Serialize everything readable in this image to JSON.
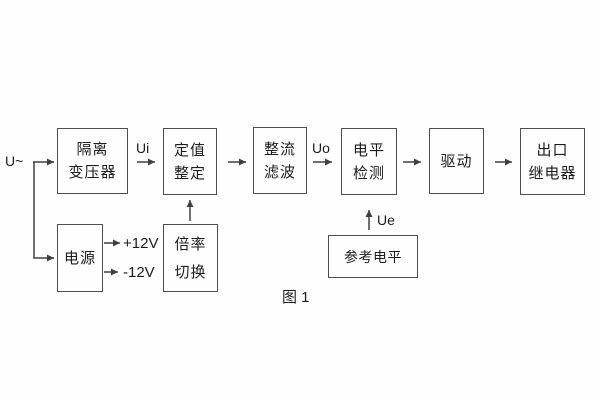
{
  "figure": {
    "caption": "图 1",
    "input_label": "U~",
    "signal_labels": {
      "ui": "Ui",
      "uo": "Uo",
      "ue": "Ue"
    },
    "power_rails": {
      "positive": "+12V",
      "negative": "-12V"
    },
    "blocks": {
      "isolation_transformer": {
        "lines": [
          "隔离",
          "变压器"
        ]
      },
      "setting_adjust": {
        "lines": [
          "定值",
          "整定"
        ]
      },
      "rectifier_filter": {
        "lines": [
          "整流",
          "滤波"
        ]
      },
      "level_detector": {
        "lines": [
          "电平",
          "检测"
        ]
      },
      "driver": {
        "lines": [
          "驱动"
        ]
      },
      "output_relay": {
        "lines": [
          "出口",
          "继电器"
        ]
      },
      "power_supply": {
        "lines": [
          "电源"
        ]
      },
      "ratio_switch": {
        "lines": [
          "倍率",
          "切换"
        ]
      },
      "reference_level": {
        "lines": [
          "参考电平"
        ]
      }
    },
    "colors": {
      "line": "#404040",
      "text": "#1c1c1c",
      "background": "#fefefe"
    }
  }
}
